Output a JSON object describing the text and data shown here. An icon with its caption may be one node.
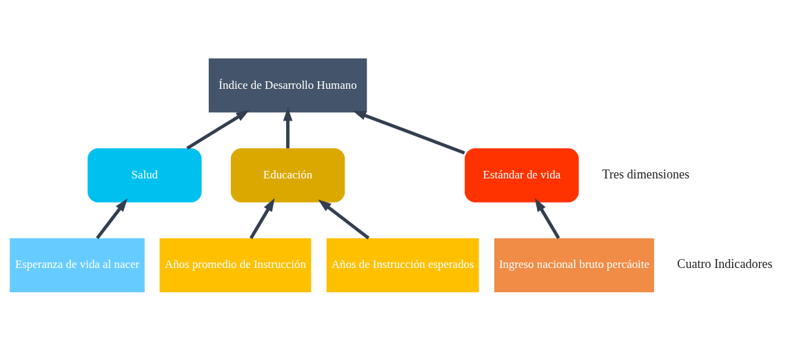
{
  "diagram": {
    "nodes": [
      {
        "text": [
          "Índice de Desarrollo Humano"
        ]
      },
      {
        "text": [
          "Salud"
        ]
      },
      {
        "text": [
          "Educación"
        ]
      },
      {
        "text": [
          "Estándar de vida"
        ]
      },
      {
        "text": [
          "Esperanza de vida al nacer"
        ]
      },
      {
        "text": [
          "Años promedio de Instrucción"
        ]
      },
      {
        "text": [
          "Años de Instrucción esperados"
        ]
      },
      {
        "text": [
          "Ingreso nacional bruto percáoite"
        ]
      }
    ],
    "edges": [
      {
        "from": 1,
        "to": 0,
        "arrow": "to"
      },
      {
        "from": 2,
        "to": 0,
        "arrow": "to"
      },
      {
        "from": 3,
        "to": 0,
        "arrow": "to"
      },
      {
        "from": 4,
        "to": 1,
        "arrow": "to"
      },
      {
        "from": 5,
        "to": 2,
        "arrow": "to"
      },
      {
        "from": 6,
        "to": 2,
        "arrow": "to"
      },
      {
        "from": 7,
        "to": 3,
        "arrow": "to"
      }
    ],
    "labels": [
      "Tres dimensiones",
      "Cuatro Indicadores"
    ]
  }
}
